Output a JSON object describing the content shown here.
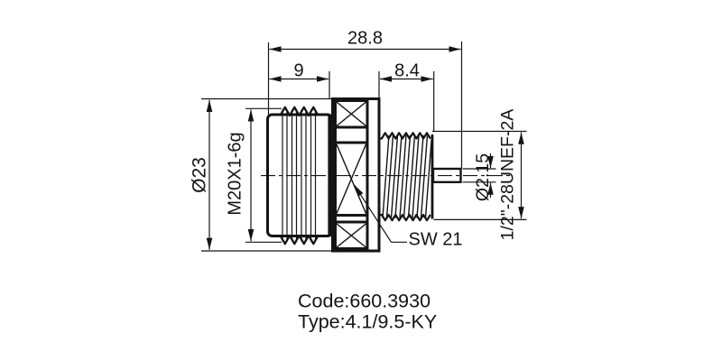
{
  "drawing": {
    "labels": {
      "total_length": "28.8",
      "left_thread_length": "9",
      "right_thread_length": "8.4",
      "body_diameter": "Ø23",
      "left_thread_spec": "M20X1-6g",
      "pin_diameter": "Ø2.15",
      "right_thread_spec": "1/2\"-28UNEF-2A",
      "wrench_size": "SW 21"
    },
    "footer": {
      "code": "Code:660.3930",
      "type": "Type:4.1/9.5-KY"
    },
    "colors": {
      "line": "#141414",
      "background": "#ffffff"
    }
  }
}
